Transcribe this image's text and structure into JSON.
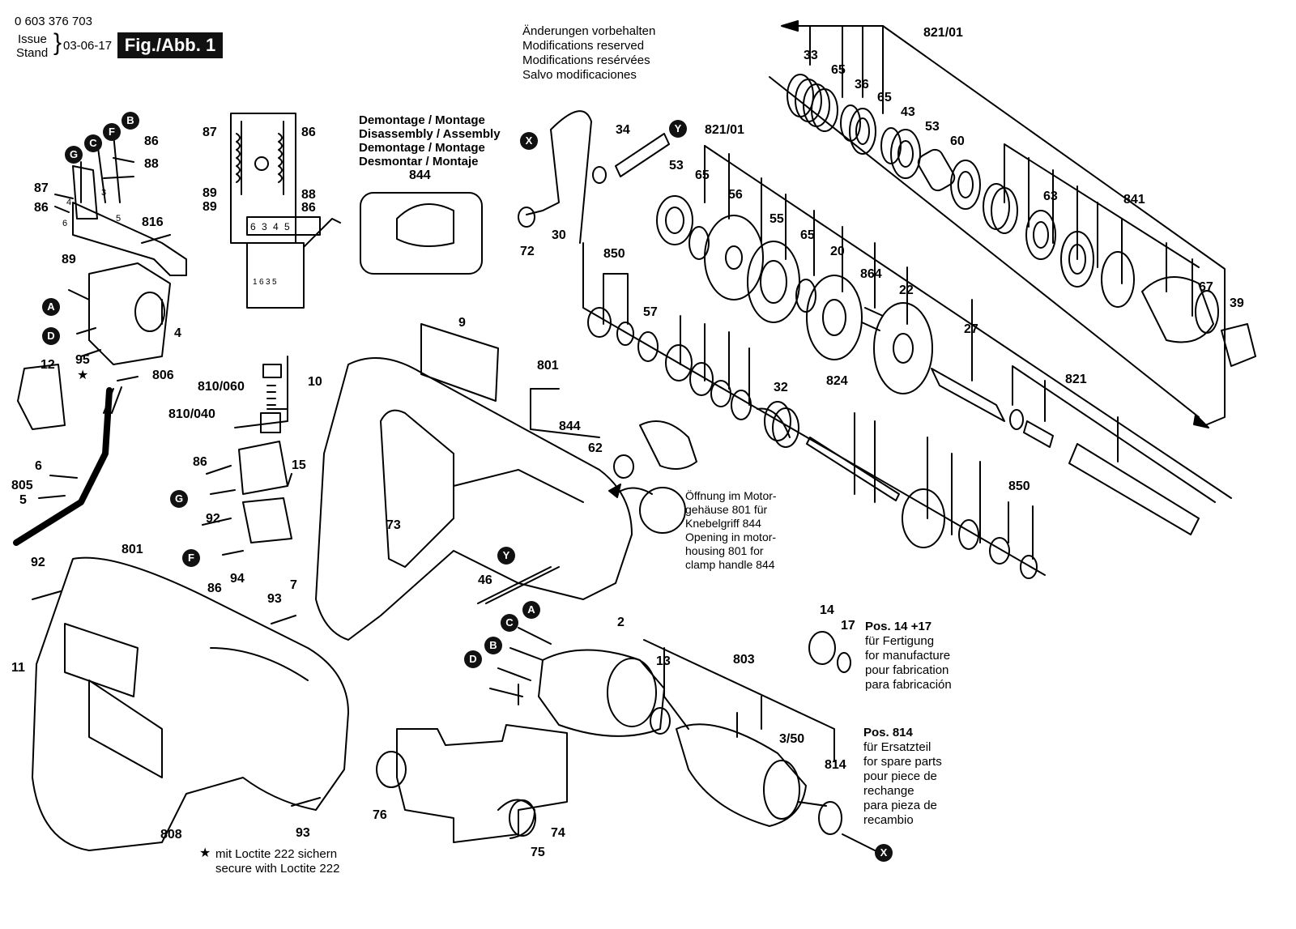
{
  "header": {
    "part_number": "0 603 376 703",
    "issue_label": "Issue",
    "stand_label": "Stand",
    "date": "03-06-17",
    "figure": "Fig./Abb. 1"
  },
  "notices": {
    "modifications": [
      "Änderungen vorbehalten",
      "Modifications reserved",
      "Modifications resérvées",
      "Salvo modificaciones"
    ],
    "disassembly": [
      "Demontage / Montage",
      "Disassembly / Assembly",
      "Demontage / Montage",
      "Desmontar / Montaje"
    ],
    "opening": [
      "Öffnung im Motor-",
      "gehäuse 801 für",
      "Knebelgriff 844",
      "Opening in motor-",
      "housing 801 for",
      "clamp handle 844"
    ],
    "pos_14_17_title": "Pos. 14 +17",
    "pos_14_17_lines": [
      "für Fertigung",
      "for manufacture",
      "pour fabrication",
      "para fabricación"
    ],
    "pos_814_title": "Pos. 814",
    "pos_814_lines": [
      "für Ersatzteil",
      "for spare parts",
      "pour piece de",
      "rechange",
      "para pieza de",
      "recambio"
    ],
    "loctite": [
      "mit Loctite 222 sichern",
      "secure with Loctite 222"
    ],
    "star": "★"
  },
  "markers": [
    "X",
    "Y",
    "G",
    "C",
    "F",
    "B",
    "A",
    "D",
    "G",
    "F",
    "A",
    "C",
    "B",
    "D",
    "Y",
    "X"
  ],
  "wiring_numbers": [
    "6",
    "3",
    "4",
    "5"
  ],
  "switch_numbers": [
    "1",
    "6",
    "3",
    "5"
  ],
  "labels": [
    {
      "id": "33",
      "text": "33"
    },
    {
      "id": "65a",
      "text": "65"
    },
    {
      "id": "36",
      "text": "36"
    },
    {
      "id": "65b",
      "text": "65"
    },
    {
      "id": "43",
      "text": "43"
    },
    {
      "id": "53a",
      "text": "53"
    },
    {
      "id": "60",
      "text": "60"
    },
    {
      "id": "821-01a",
      "text": "821/01"
    },
    {
      "id": "821-01b",
      "text": "821/01"
    },
    {
      "id": "53b",
      "text": "53"
    },
    {
      "id": "65c",
      "text": "65"
    },
    {
      "id": "56",
      "text": "56"
    },
    {
      "id": "55",
      "text": "55"
    },
    {
      "id": "65d",
      "text": "65"
    },
    {
      "id": "20",
      "text": "20"
    },
    {
      "id": "63",
      "text": "63"
    },
    {
      "id": "841",
      "text": "841"
    },
    {
      "id": "864",
      "text": "864"
    },
    {
      "id": "22",
      "text": "22"
    },
    {
      "id": "67",
      "text": "67"
    },
    {
      "id": "39",
      "text": "39"
    },
    {
      "id": "27",
      "text": "27"
    },
    {
      "id": "34",
      "text": "34"
    },
    {
      "id": "72",
      "text": "72"
    },
    {
      "id": "30",
      "text": "30"
    },
    {
      "id": "850a",
      "text": "850"
    },
    {
      "id": "57",
      "text": "57"
    },
    {
      "id": "32",
      "text": "32"
    },
    {
      "id": "824",
      "text": "824"
    },
    {
      "id": "821",
      "text": "821"
    },
    {
      "id": "850b",
      "text": "850"
    },
    {
      "id": "9",
      "text": "9"
    },
    {
      "id": "801a",
      "text": "801"
    },
    {
      "id": "844a",
      "text": "844"
    },
    {
      "id": "62",
      "text": "62"
    },
    {
      "id": "844b",
      "text": "844"
    },
    {
      "id": "87a",
      "text": "87"
    },
    {
      "id": "86a",
      "text": "86"
    },
    {
      "id": "89a",
      "text": "89"
    },
    {
      "id": "89b",
      "text": "89"
    },
    {
      "id": "88a",
      "text": "88"
    },
    {
      "id": "86b",
      "text": "86"
    },
    {
      "id": "86c",
      "text": "86"
    },
    {
      "id": "88b",
      "text": "88"
    },
    {
      "id": "87b",
      "text": "87"
    },
    {
      "id": "86d",
      "text": "86"
    },
    {
      "id": "816",
      "text": "816"
    },
    {
      "id": "89c",
      "text": "89"
    },
    {
      "id": "4",
      "text": "4"
    },
    {
      "id": "95",
      "text": "95"
    },
    {
      "id": "12",
      "text": "12"
    },
    {
      "id": "806",
      "text": "806"
    },
    {
      "id": "6",
      "text": "6"
    },
    {
      "id": "805",
      "text": "805"
    },
    {
      "id": "5",
      "text": "5"
    },
    {
      "id": "810-060",
      "text": "810/060"
    },
    {
      "id": "810-040",
      "text": "810/040"
    },
    {
      "id": "10",
      "text": "10"
    },
    {
      "id": "86e",
      "text": "86"
    },
    {
      "id": "15",
      "text": "15"
    },
    {
      "id": "92a",
      "text": "92"
    },
    {
      "id": "86f",
      "text": "86"
    },
    {
      "id": "94",
      "text": "94"
    },
    {
      "id": "73",
      "text": "73"
    },
    {
      "id": "46",
      "text": "46"
    },
    {
      "id": "92b",
      "text": "92"
    },
    {
      "id": "801b",
      "text": "801"
    },
    {
      "id": "11",
      "text": "11"
    },
    {
      "id": "93a",
      "text": "93"
    },
    {
      "id": "7",
      "text": "7"
    },
    {
      "id": "93b",
      "text": "93"
    },
    {
      "id": "808",
      "text": "808"
    },
    {
      "id": "2",
      "text": "2"
    },
    {
      "id": "13",
      "text": "13"
    },
    {
      "id": "803",
      "text": "803"
    },
    {
      "id": "3-50",
      "text": "3/50"
    },
    {
      "id": "814",
      "text": "814"
    },
    {
      "id": "14",
      "text": "14"
    },
    {
      "id": "17",
      "text": "17"
    },
    {
      "id": "76",
      "text": "76"
    },
    {
      "id": "74",
      "text": "74"
    },
    {
      "id": "75",
      "text": "75"
    },
    {
      "id": "w6",
      "text": "6"
    },
    {
      "id": "w3",
      "text": "3"
    },
    {
      "id": "w4",
      "text": "4"
    },
    {
      "id": "w5",
      "text": "5"
    }
  ]
}
